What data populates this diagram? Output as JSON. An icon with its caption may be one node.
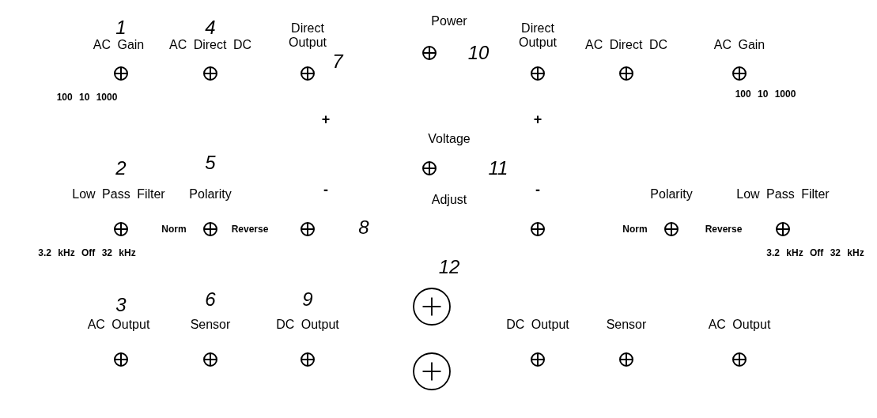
{
  "diagram": {
    "labels": [
      "1",
      "AC Gain",
      "4",
      "AC Direct DC",
      "Direct Output",
      "Power",
      "Direct Output",
      "AC Direct DC",
      "AC Gain",
      "10",
      "7",
      "100 10 1000",
      "100 10 1000",
      "+",
      "+",
      "Voltage",
      "2",
      "5",
      "11",
      "Low Pass Filter",
      "Polarity",
      "-",
      "Adjust",
      "-",
      "Polarity",
      "Low Pass Filter",
      "Norm",
      "Reverse",
      "8",
      "Norm",
      "Reverse",
      "3.2 kHz Off 32 kHz",
      "12",
      "3.2 kHz Off 32 kHz",
      "3",
      "6",
      "9",
      "AC Output",
      "Sensor",
      "DC Output",
      "DC Output",
      "Sensor",
      "AC Output"
    ]
  }
}
